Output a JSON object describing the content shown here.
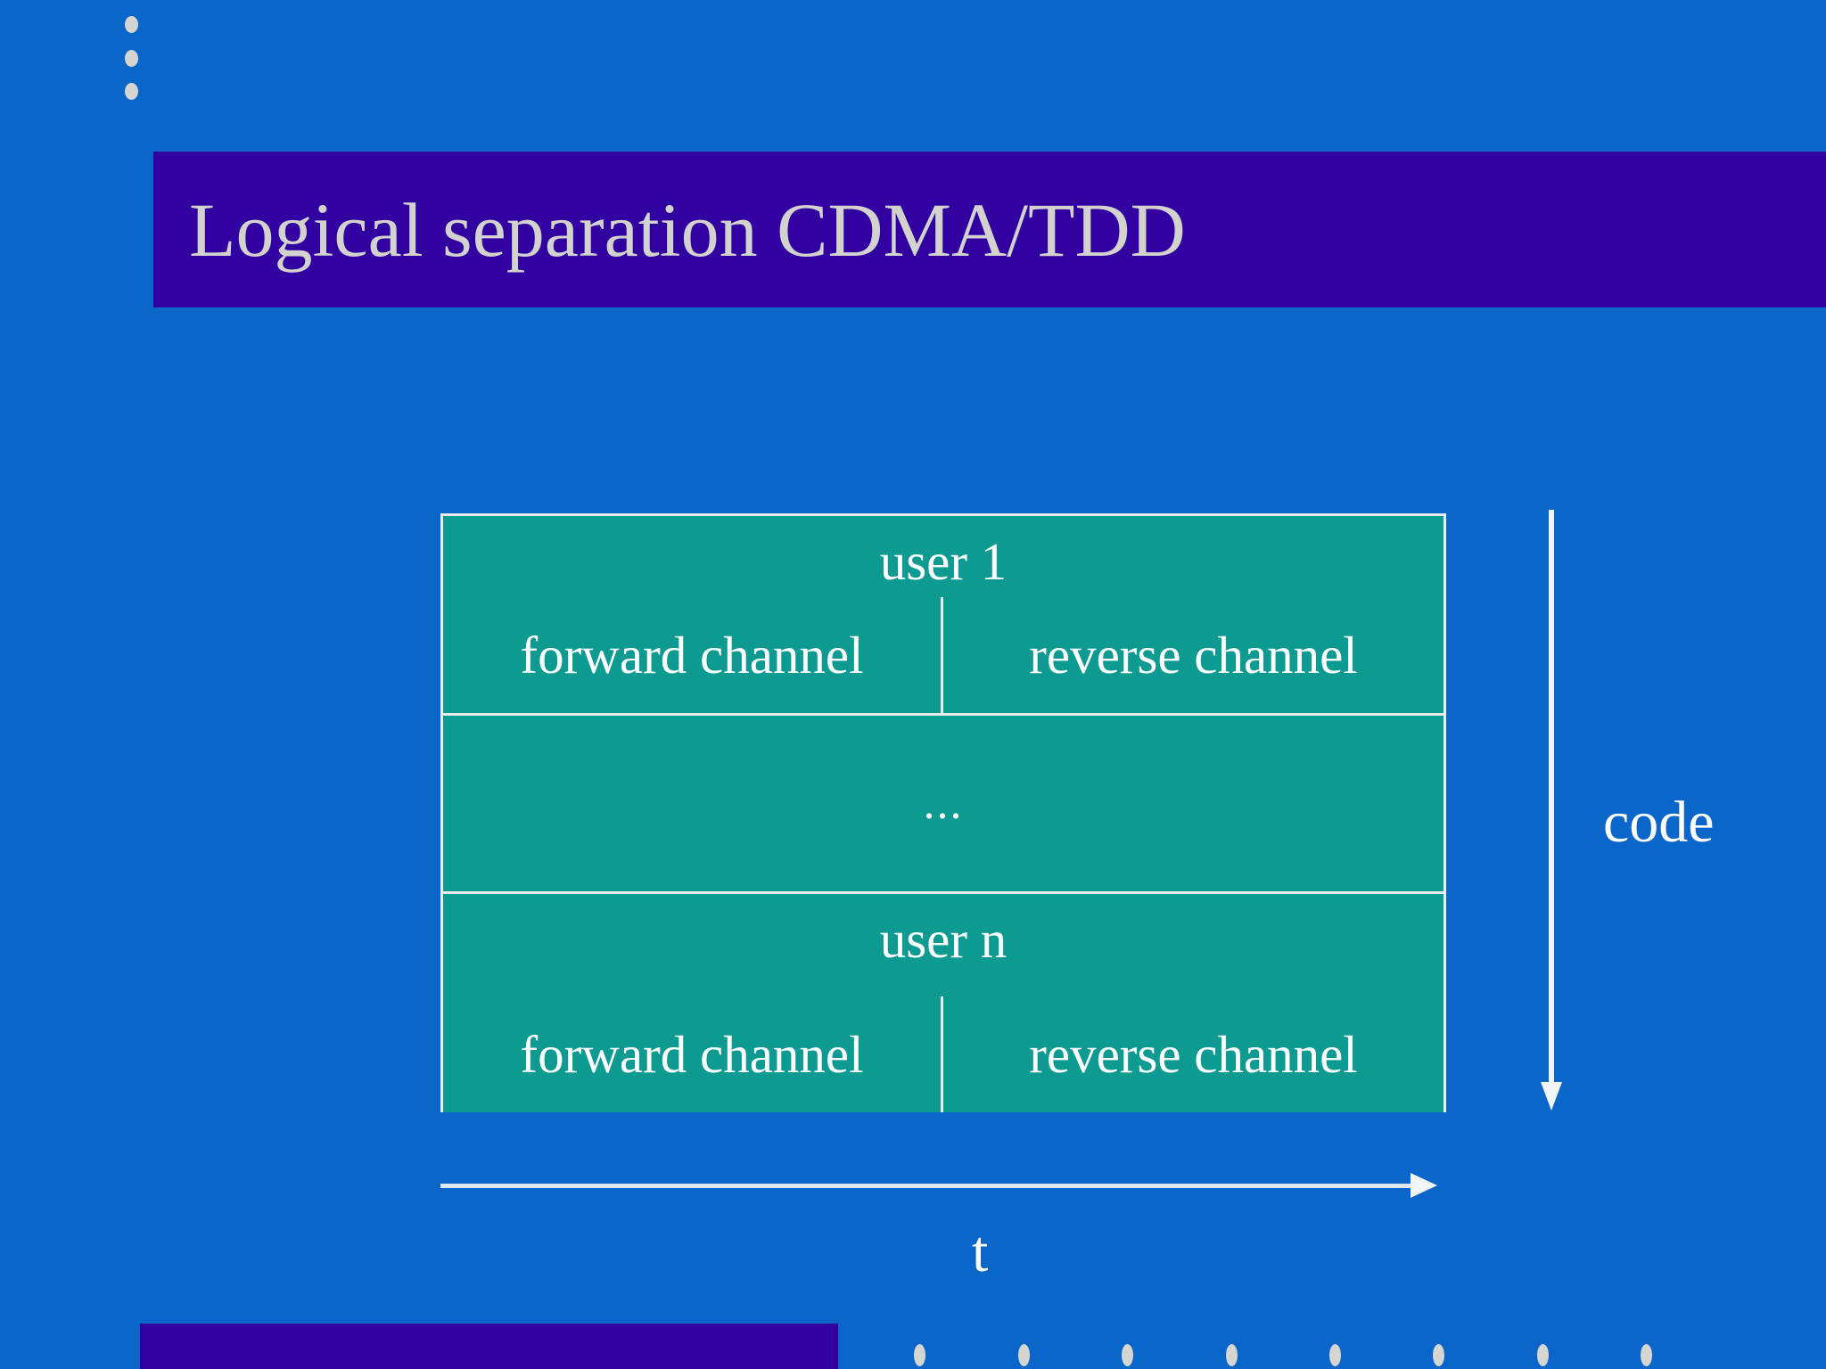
{
  "slide": {
    "title": "Logical separation CDMA/TDD",
    "background_color": "#0a66c8",
    "title_band_color": "#3200a0",
    "title_text_color": "#d2d2ce",
    "accent_color": "#0d9a91",
    "line_color": "#ffffff"
  },
  "decorations": {
    "top_bullets": [
      "bullet",
      "bullet",
      "bullet"
    ],
    "bottom_bullets": [
      "bullet",
      "bullet",
      "bullet",
      "bullet",
      "bullet",
      "bullet",
      "bullet",
      "bullet"
    ],
    "bottom_bullet_x": [
      1025,
      1142,
      1258,
      1375,
      1491,
      1607,
      1724,
      1840
    ]
  },
  "diagram": {
    "axes": {
      "vertical_label": "code",
      "horizontal_label": "t"
    },
    "rows": [
      {
        "id": "user-1",
        "title": "user 1",
        "channels": [
          {
            "id": "forward",
            "label": "forward channel"
          },
          {
            "id": "reverse",
            "label": "reverse channel"
          }
        ]
      },
      {
        "id": "ellipsis",
        "title": "...",
        "channels": []
      },
      {
        "id": "user-n",
        "title": "user n",
        "channels": [
          {
            "id": "forward",
            "label": "forward channel"
          },
          {
            "id": "reverse",
            "label": "reverse channel"
          }
        ]
      }
    ]
  }
}
